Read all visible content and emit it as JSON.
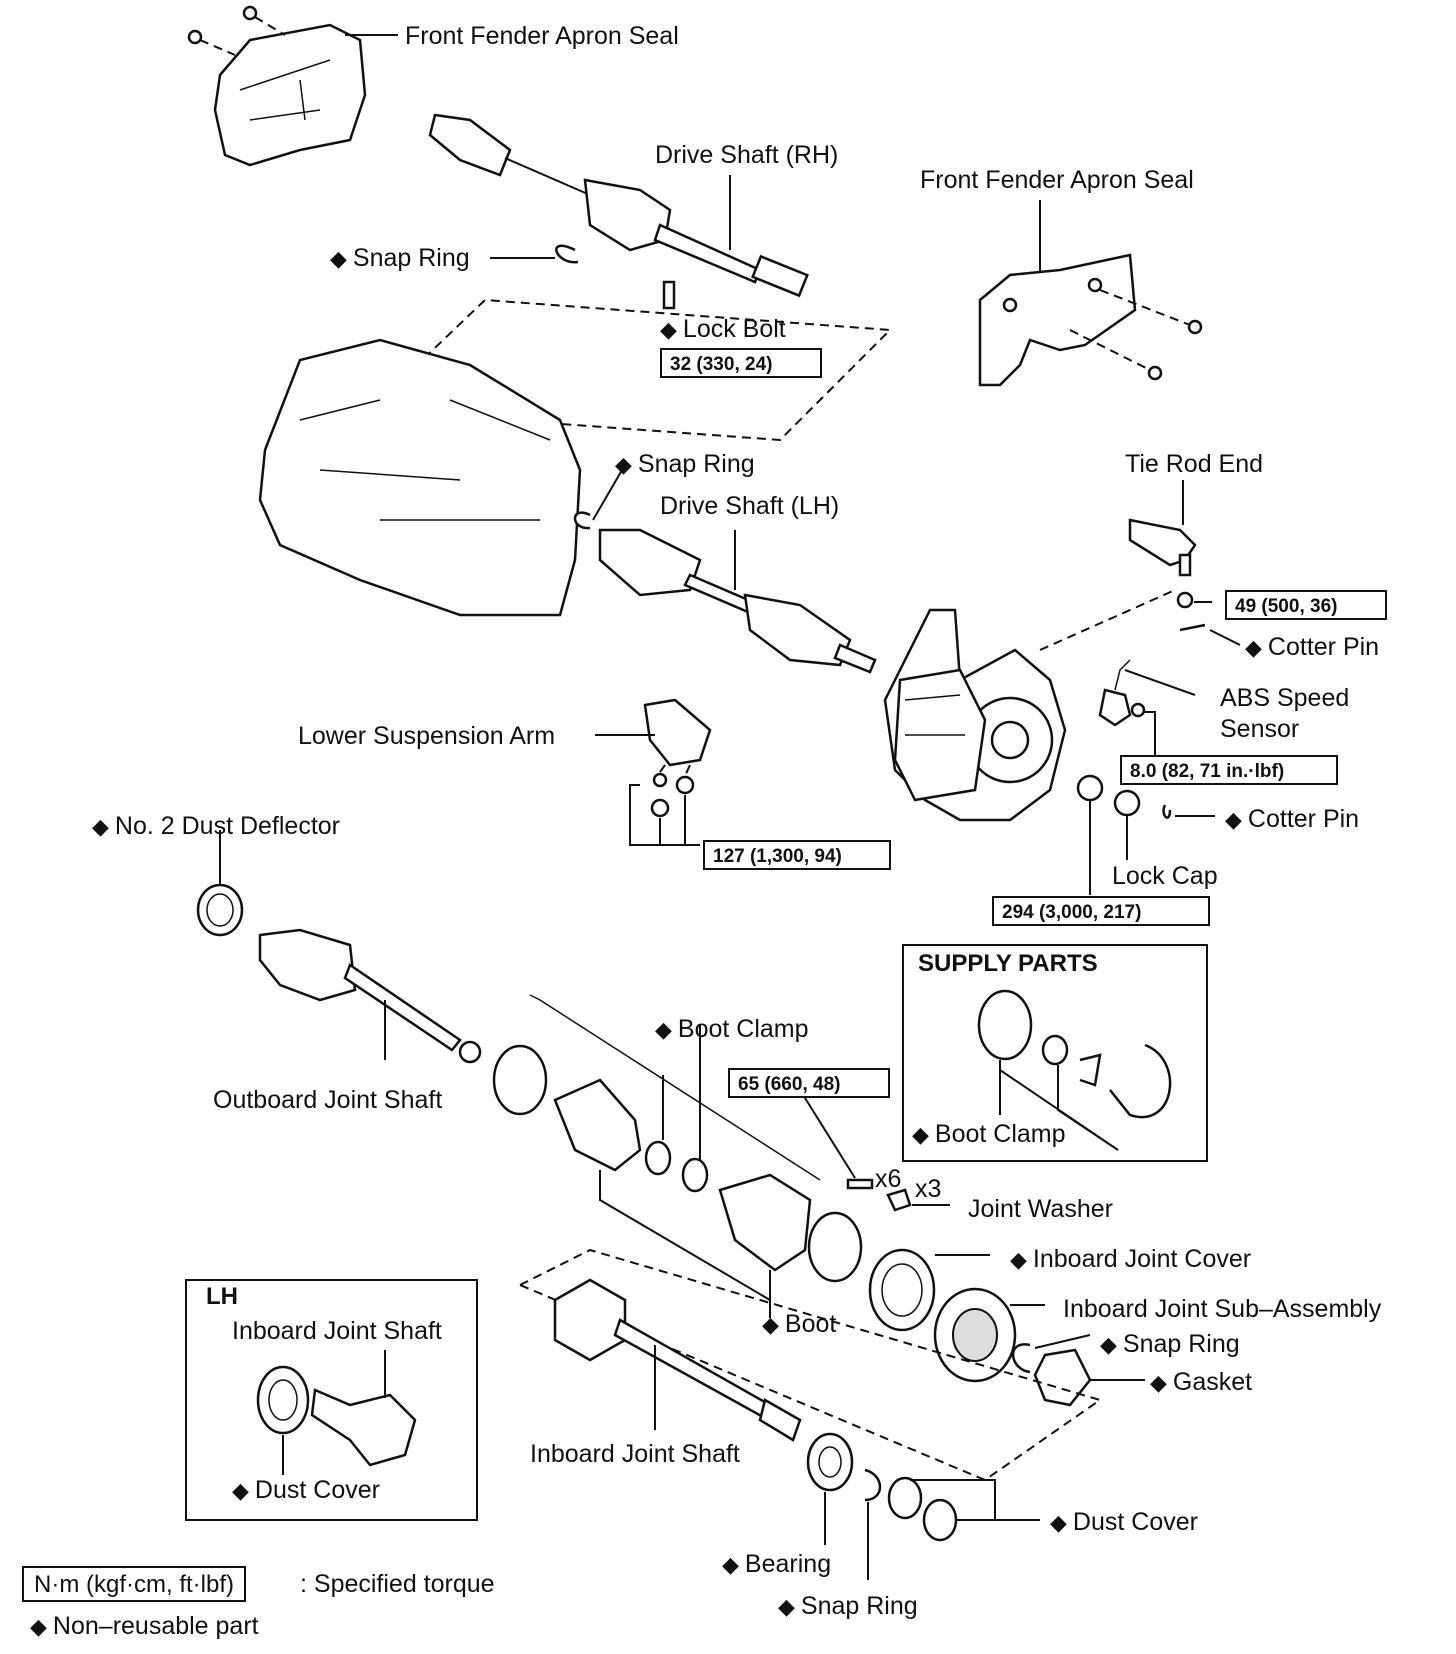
{
  "marker": "◆",
  "labels": {
    "apron_seal_top": "Front Fender Apron Seal",
    "apron_seal_right": "Front Fender Apron Seal",
    "drive_shaft_rh": "Drive Shaft (RH)",
    "snap_ring_1": "Snap Ring",
    "lock_bolt": "Lock Bolt",
    "snap_ring_2": "Snap Ring",
    "drive_shaft_lh": "Drive Shaft (LH)",
    "tie_rod_end": "Tie Rod End",
    "cotter_pin_1": "Cotter Pin",
    "abs_line1": "ABS Speed",
    "abs_line2": "Sensor",
    "lower_arm": "Lower Suspension Arm",
    "dust_deflector": "No. 2 Dust Deflector",
    "cotter_pin_2": "Cotter Pin",
    "lock_cap": "Lock Cap",
    "boot_clamp_1": "Boot Clamp",
    "outboard_shaft": "Outboard Joint Shaft",
    "supply_parts": "SUPPLY PARTS",
    "boot_clamp_2": "Boot Clamp",
    "x6": "x6",
    "x3": "x3",
    "joint_washer": "Joint Washer",
    "inboard_cover": "Inboard Joint Cover",
    "inboard_sub": "Inboard Joint Sub–Assembly",
    "boot": "Boot",
    "snap_ring_3": "Snap Ring",
    "gasket": "Gasket",
    "lh": "LH",
    "lh_inboard_shaft": "Inboard Joint Shaft",
    "lh_dust_cover": "Dust Cover",
    "inboard_shaft": "Inboard Joint Shaft",
    "dust_cover": "Dust Cover",
    "bearing": "Bearing",
    "snap_ring_4": "Snap Ring"
  },
  "torques": {
    "lock_bolt": "32 (330, 24)",
    "tie_rod": "49 (500, 36)",
    "abs": "8.0 (82, 71 in.·lbf)",
    "lower_arm": "127 (1,300, 94)",
    "lock_nut": "294 (3,000, 217)",
    "joint_bolts": "65 (660, 48)"
  },
  "legend": {
    "unit": "N·m (kgf·cm, ft·lbf)",
    "torque_text": ": Specified torque",
    "nonreusable": "Non–reusable part"
  }
}
